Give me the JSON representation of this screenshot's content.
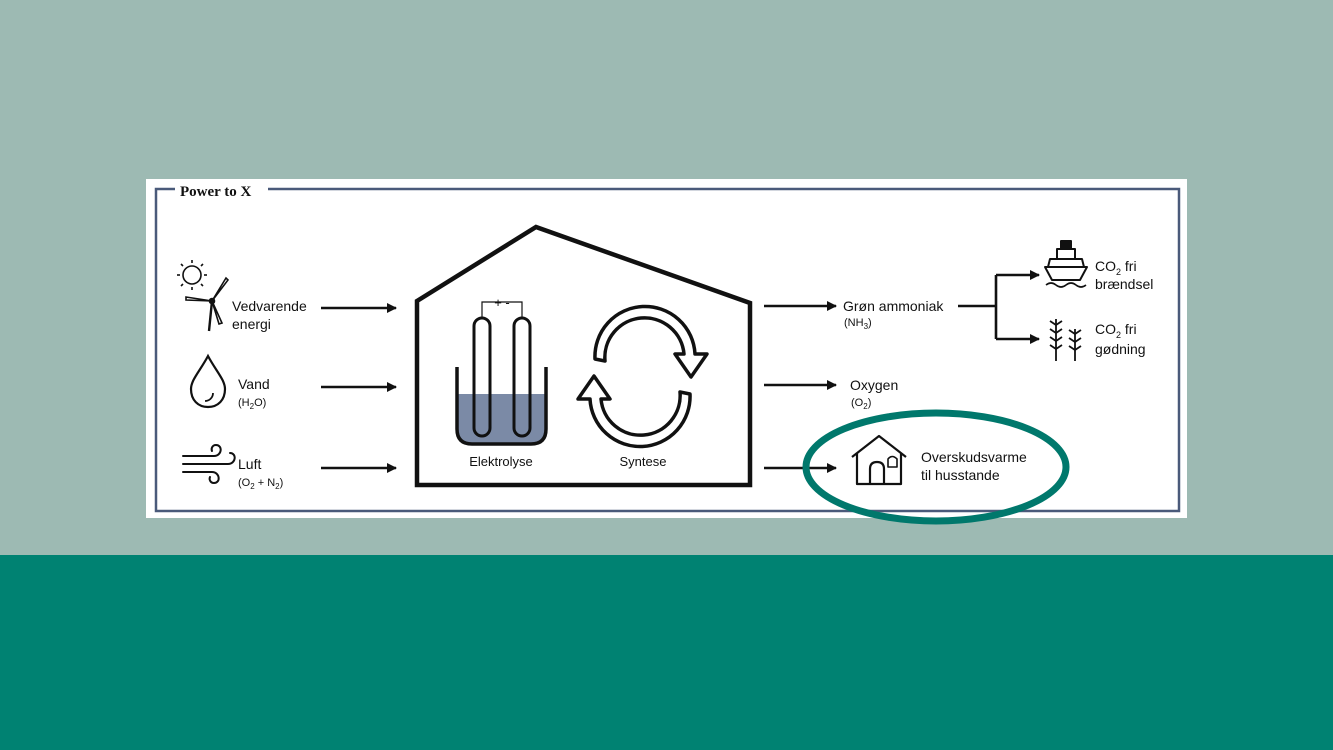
{
  "frame": {
    "title": "Power to X"
  },
  "inputs": [
    {
      "icon": "sun-wind-icon",
      "line1": "Vedvarende",
      "line2": "energi"
    },
    {
      "icon": "water-drop-icon",
      "line1": "Vand",
      "line2_main": "(H",
      "line2_sub": "2",
      "line2_end": "O)"
    },
    {
      "icon": "wind-air-icon",
      "line1": "Luft",
      "line2_a": "(O",
      "line2_sub1": "2",
      "line2_b": " + N",
      "line2_sub2": "2",
      "line2_c": ")"
    }
  ],
  "process": {
    "electrolysis_label": "Elektrolyse",
    "electrolysis_polarity": "+ -",
    "synthesis_label": "Syntese"
  },
  "outputs": {
    "ammonia": {
      "label": "Grøn ammoniak",
      "formula_a": "(NH",
      "formula_sub": "3",
      "formula_b": ")"
    },
    "oxygen": {
      "label": "Oxygen",
      "formula_a": "(O",
      "formula_sub": "2",
      "formula_b": ")"
    },
    "heat": {
      "line1": "Overskudsvarme",
      "line2": "til husstande",
      "icon": "house-icon"
    }
  },
  "uses": [
    {
      "icon": "ship-icon",
      "line1_a": "CO",
      "line1_sub": "2",
      "line1_b": " fri",
      "line2": "brændsel"
    },
    {
      "icon": "wheat-icon",
      "line1_a": "CO",
      "line1_sub": "2",
      "line1_b": " fri",
      "line2": "gødning"
    }
  ],
  "colors": {
    "background_top": "#9dbab3",
    "background_bottom": "#008272",
    "frame_border": "#4a5a7a",
    "highlight_ring": "#00786c",
    "liquid": "#7b8aa6"
  }
}
